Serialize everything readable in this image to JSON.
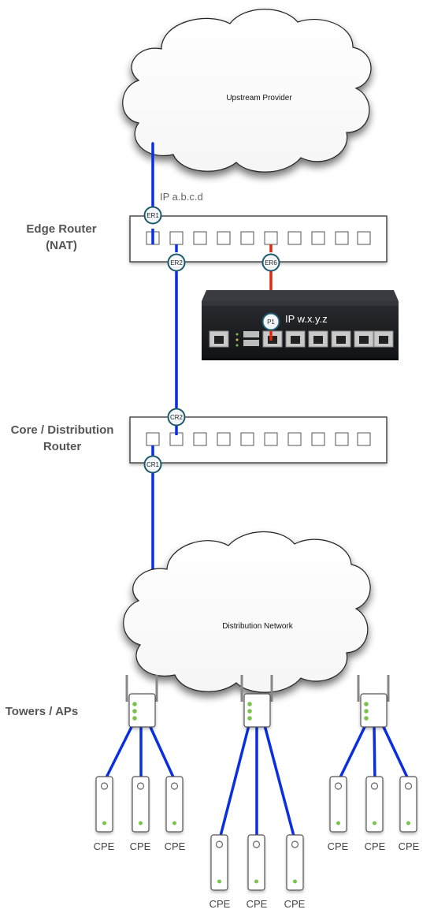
{
  "labels": {
    "edge_router_line1": "Edge Router",
    "edge_router_line2": "(NAT)",
    "core_line1": "Core / Distribution",
    "core_line2": "Router",
    "towers": "Towers / APs"
  },
  "clouds": {
    "upstream": "Upstream Provider",
    "distribution": "Distribution Network"
  },
  "ip_labels": {
    "edge": "IP a.b.c.d",
    "device": "IP w.x.y.z"
  },
  "badges": {
    "er1": "ER1",
    "er2": "ER2",
    "er6": "ER6",
    "p1": "P1",
    "cr1": "CR1",
    "cr2": "CR2"
  },
  "cpe_label": "CPE",
  "colors": {
    "link_blue": "#0a2fe0",
    "link_red": "#e02a10",
    "device_black": "#1b1c20",
    "led_green": "#7bc24a"
  }
}
